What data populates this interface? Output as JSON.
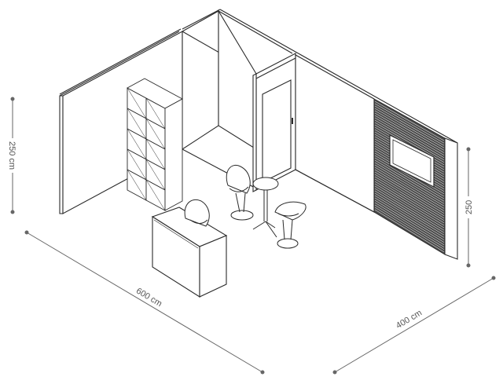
{
  "dimensions": {
    "width_label": "600 cm",
    "depth_label": "400 cm",
    "height_left_label": "250 cm",
    "height_right_label": "250"
  },
  "colors": {
    "line": "#2a2a2a",
    "dim_line": "#666666",
    "panel_fill": "#ffffff",
    "slat_fill": "#4a4a4a"
  }
}
